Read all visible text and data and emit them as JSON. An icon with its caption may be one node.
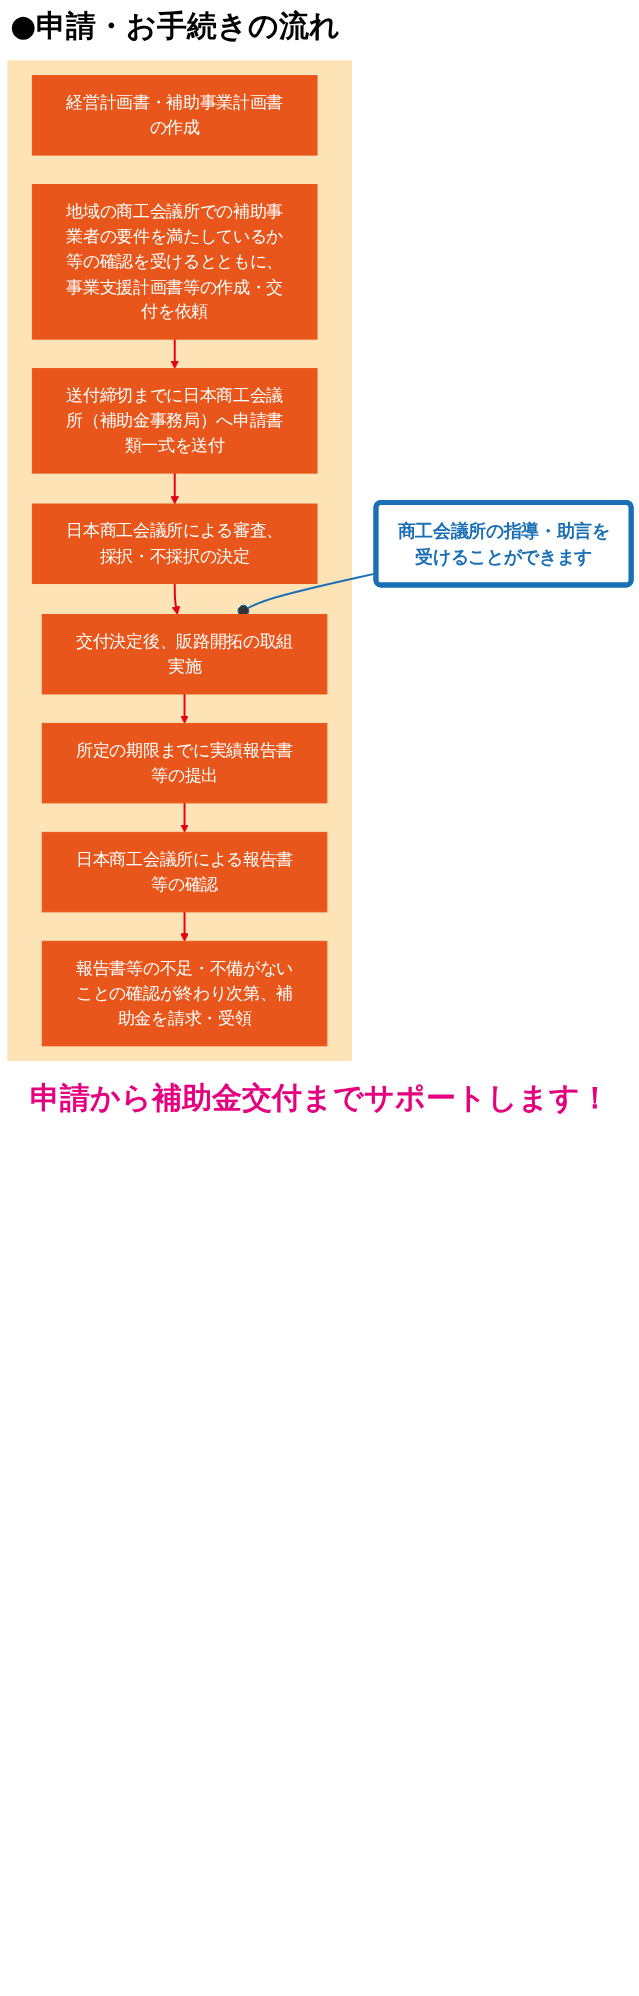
{
  "diagram": {
    "title": "●申請・お手続きの流れ",
    "caption": "申請から補助金交付までサポートします！",
    "nodes": [
      {
        "text": [],
        "shape": "box"
      },
      {
        "text": [
          "経営計画書・補助事業計画書の作成"
        ],
        "in": 0
      },
      {
        "text": [
          "地域の商工会議所での補助事業者の要件を満たしているか等の確認を受けるとともに、事業支援計画書等の作成・交付を依頼"
        ],
        "in": 0
      },
      {
        "text": [
          "送付締切までに日本商工会議所（補助金事務局）へ申請書類一式を送付"
        ],
        "in": 0
      },
      {
        "text": [
          "日本商工会議所による審査、採択・不採択の決定"
        ],
        "in": 0
      },
      {
        "text": [
          "交付決定後、販路開拓の取組実施"
        ],
        "in": 0
      },
      {
        "text": [
          "所定の期限までに実績報告書等の提出"
        ],
        "in": 0
      },
      {
        "text": [
          "日本商工会議所による報告書等の確認"
        ],
        "in": 0
      },
      {
        "text": [
          "報告書等の不足・不備がないことの確認が終わり次第、補助金を請求・受領"
        ],
        "in": 0
      },
      {
        "text": [
          "商工会議所の指導・助言を受けることができます"
        ]
      }
    ],
    "edges": [
      {
        "from": 2,
        "to": 3,
        "arrow": "to"
      },
      {
        "from": 3,
        "to": 4,
        "arrow": "to"
      },
      {
        "from": 4,
        "to": 5,
        "arrow": "to"
      },
      {
        "from": 5,
        "to": 6,
        "arrow": "to"
      },
      {
        "from": 6,
        "to": 7,
        "arrow": "to"
      },
      {
        "from": 7,
        "to": 8,
        "arrow": "to"
      },
      {
        "from": 9,
        "to": 5,
        "arrow": "other",
        "color": "#1a6fb5"
      }
    ]
  }
}
